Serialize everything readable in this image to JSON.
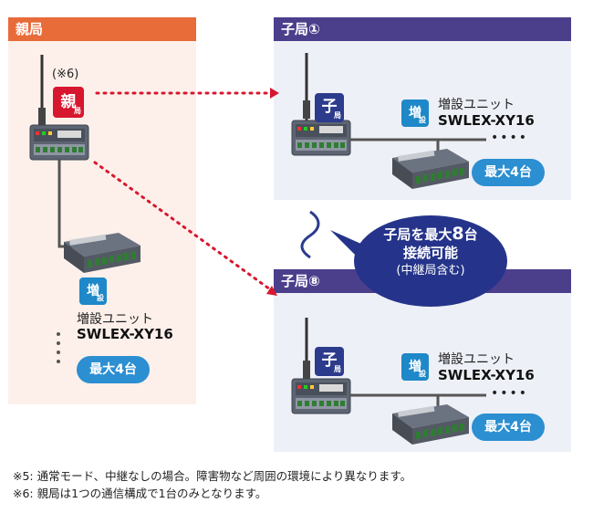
{
  "parent": {
    "header": "親局",
    "note_ref": "(※6)",
    "badge_main": "親",
    "badge_sub": "局",
    "expansion_badge_main": "増",
    "expansion_badge_sub": "設",
    "expansion_label": "増設ユニット",
    "model": "SWLEX-XY16",
    "max_label": "最大4台"
  },
  "child1": {
    "header": "子局①",
    "badge_main": "子",
    "badge_sub": "局",
    "expansion_badge_main": "増",
    "expansion_badge_sub": "設",
    "expansion_label": "増設ユニット",
    "model": "SWLEX-XY16",
    "dots": "••••",
    "max_label": "最大4台"
  },
  "child8": {
    "header": "子局⑧",
    "badge_main": "子",
    "badge_sub": "局",
    "expansion_badge_main": "増",
    "expansion_badge_sub": "設",
    "expansion_label": "増設ユニット",
    "model": "SWLEX-XY16",
    "dots": "••••",
    "max_label": "最大4台"
  },
  "callout": {
    "line1_prefix": "子局を最大",
    "line1_number": "8",
    "line1_suffix": "台",
    "line2": "接続可能",
    "line3": "(中継局含む)"
  },
  "footnotes": [
    "※5: 通常モード、中継なしの場合。障害物など周囲の環境により異なります。",
    "※6: 親局は1つの通信構成で1台のみとなります。"
  ],
  "colors": {
    "parent_header": "#e86b3a",
    "child_header": "#4b3f8c",
    "link": "#d7172f",
    "pill": "#2b8fd1",
    "callout": "#25348a"
  }
}
